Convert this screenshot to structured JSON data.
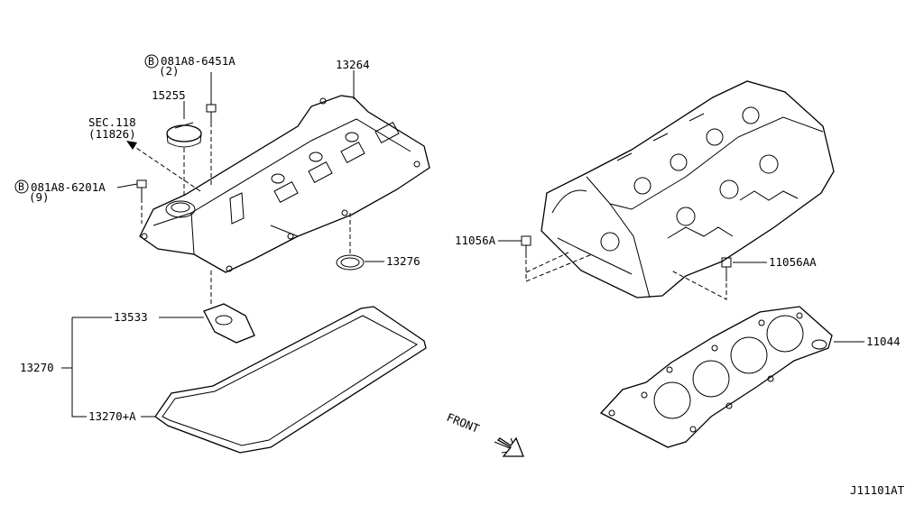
{
  "diagram_id": "J11101AT",
  "front_label": "FRONT",
  "callouts": {
    "bolt_top_code": "081A8-6451A",
    "bolt_top_qty": "(2)",
    "bolt_left_code": "081A8-6201A",
    "bolt_left_qty": "(9)",
    "bolt_marker": "B",
    "cap": "15255",
    "cover": "13264",
    "sec_ref": "SEC.118",
    "sec_sub": "(11826)",
    "oring": "13276",
    "pcv_gasket": "13533",
    "gasket_set": "13270",
    "cover_gasket": "13270+A",
    "head_bolt_left": "11056A",
    "head_bolt_right": "11056AA",
    "head_gasket": "11044"
  }
}
